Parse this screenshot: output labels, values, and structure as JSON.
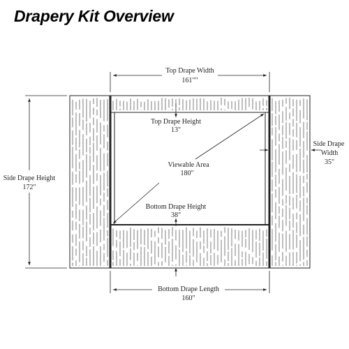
{
  "title": "Drapery Kit Overview",
  "labels": {
    "top_width": {
      "name": "Top Drape Width",
      "value": "161\"\""
    },
    "top_height": {
      "name": "Top Drape Height",
      "value": "13\""
    },
    "side_width": {
      "name_line1": "Side Drape",
      "name_line2": "Width",
      "value": "35\""
    },
    "side_height": {
      "name": "Side Drape Height",
      "value": "172\""
    },
    "viewable": {
      "name": "Viewable Area",
      "value": "180\""
    },
    "bottom_height": {
      "name": "Bottom Drape Height",
      "value": "38\""
    },
    "bottom_length": {
      "name": "Bottom Drape Length",
      "value": "160\""
    }
  },
  "colors": {
    "line": "#222222",
    "background": "#ffffff"
  }
}
